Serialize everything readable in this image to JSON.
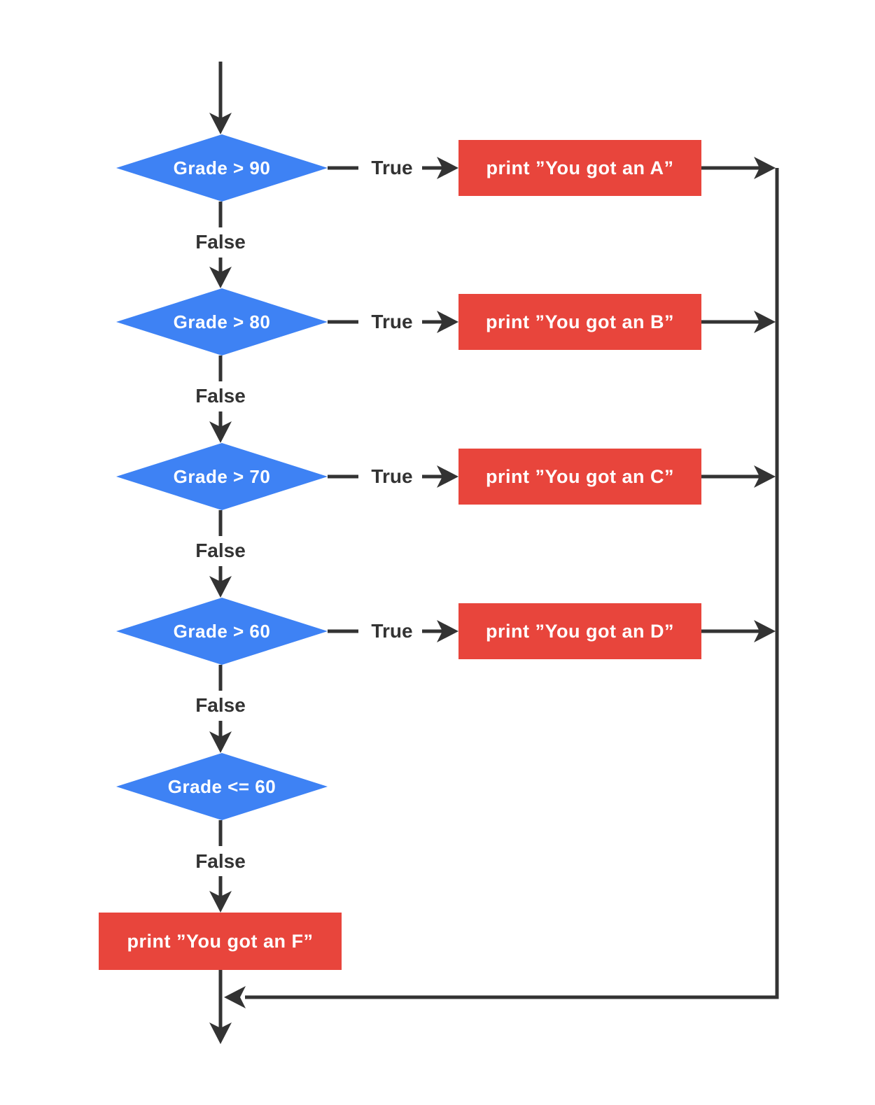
{
  "colors": {
    "diamond": "#3E82F4",
    "process": "#E8453C",
    "line": "#333333",
    "shape_text": "#FFFFFF"
  },
  "flow": {
    "decisions": [
      {
        "condition": "Grade > 90",
        "true_label": "True",
        "false_label": "False",
        "action": "print ”You got an A”"
      },
      {
        "condition": "Grade > 80",
        "true_label": "True",
        "false_label": "False",
        "action": "print ”You got an B”"
      },
      {
        "condition": "Grade > 70",
        "true_label": "True",
        "false_label": "False",
        "action": "print ”You got an C”"
      },
      {
        "condition": "Grade > 60",
        "true_label": "True",
        "false_label": "False",
        "action": "print ”You got an D”"
      },
      {
        "condition": "Grade <= 60",
        "false_label": "False"
      }
    ],
    "final_action": "print ”You got an F”"
  }
}
